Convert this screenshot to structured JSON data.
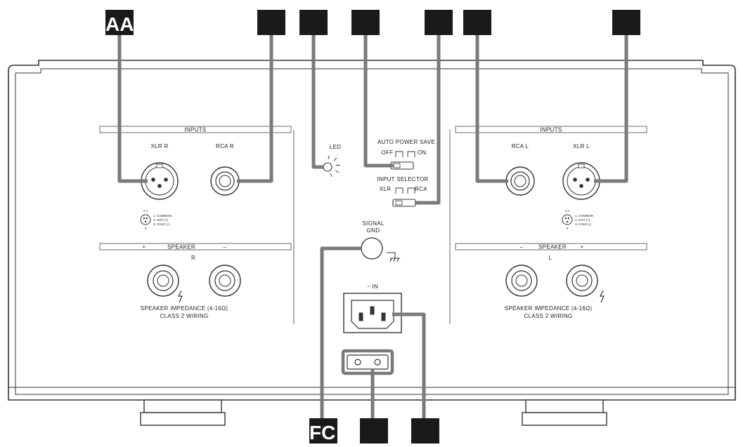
{
  "callouts": {
    "top": [
      "AA",
      "",
      "",
      "",
      "",
      "",
      ""
    ],
    "bottom": [
      "FC",
      "",
      ""
    ]
  },
  "left_panel": {
    "inputs_header": "INPUTS",
    "xlr_label": "XLR R",
    "rca_label": "RCA R",
    "pin_top": "2  1",
    "pin_bottom": "3",
    "pin_legend": [
      "1. COMMON",
      "2. HOT (+)",
      "3. COLD (-)"
    ],
    "speaker_plus": "+",
    "speaker_header": "SPEAKER",
    "speaker_minus": "–",
    "channel": "R",
    "impedance": "SPEAKER IMPEDANCE (4-16Ω)",
    "wiring": "CLASS 2 WIRING"
  },
  "right_panel": {
    "inputs_header": "INPUTS",
    "rca_label": "RCA L",
    "xlr_label": "XLR L",
    "pin_top": "2  1",
    "pin_bottom": "3",
    "pin_legend": [
      "1. COMMON",
      "2. HOT (+)",
      "3. COLD (-)"
    ],
    "speaker_minus": "–",
    "speaker_header": "SPEAKER",
    "speaker_plus": "+",
    "channel": "L",
    "impedance": "SPEAKER IMPEDANCE (4-16Ω)",
    "wiring": "CLASS 2 WIRING"
  },
  "center": {
    "led": "LED",
    "auto_power_save": "AUTO POWER SAVE",
    "off": "OFF",
    "on": "ON",
    "input_selector": "INPUT SELECTOR",
    "xlr": "XLR",
    "rca": "RCA",
    "signal_gnd_1": "SIGNAL",
    "signal_gnd_2": "GND",
    "ac_in": "~ IN"
  }
}
